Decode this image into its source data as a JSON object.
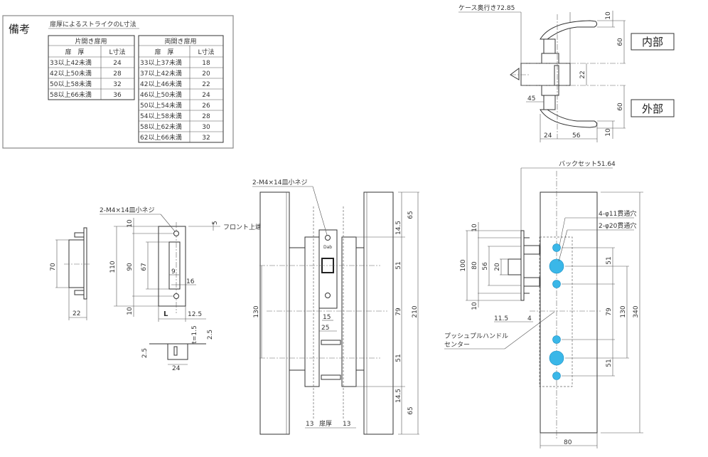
{
  "notes": {
    "heading": "備考",
    "title": "扉厚によるストライクのL寸法",
    "single": {
      "caption": "片開き扉用",
      "col_thickness": "扉　厚",
      "col_l": "L寸法",
      "rows": [
        [
          "33以上42未満",
          "24"
        ],
        [
          "42以上50未満",
          "28"
        ],
        [
          "50以上58未満",
          "32"
        ],
        [
          "58以上66未満",
          "36"
        ]
      ]
    },
    "double": {
      "caption": "両開き扉用",
      "col_thickness": "扉　厚",
      "col_l": "L寸法",
      "rows": [
        [
          "33以上37未満",
          "18"
        ],
        [
          "37以上42未満",
          "20"
        ],
        [
          "42以上46未満",
          "22"
        ],
        [
          "46以上50未満",
          "24"
        ],
        [
          "50以上54未満",
          "26"
        ],
        [
          "54以上58未満",
          "28"
        ],
        [
          "58以上62未満",
          "30"
        ],
        [
          "62以上66未満",
          "32"
        ]
      ]
    }
  },
  "top_view": {
    "case_depth": "ケース奥行き72.85",
    "inside": "内部",
    "outside": "外部",
    "dims": {
      "d10a": "10",
      "d60a": "60",
      "d22": "22",
      "d45": "45",
      "d60b": "60",
      "d10b": "10",
      "d24": "24",
      "d56": "56"
    }
  },
  "strike": {
    "screw": "2-M4×14皿小ネジ",
    "front_top": "フロント上端",
    "dims": {
      "d70": "70",
      "d22": "22",
      "d110": "110",
      "d10a": "10",
      "d90": "90",
      "d67": "67",
      "d9": "9",
      "d16": "16",
      "d10b": "10",
      "L": "L",
      "d12_5": "12.5",
      "d5": "5",
      "t1_5": "t=1.5",
      "d2_5a": "2.5",
      "d2_5b": "2.5",
      "d24": "24"
    }
  },
  "front_view": {
    "screw": "2-M4×14皿小ネジ",
    "brand": "Dab",
    "dims": {
      "d65a": "65",
      "d14_5a": "14.5",
      "d51a": "51",
      "d79": "79",
      "d210": "210",
      "d51b": "51",
      "d14_5b": "14.5",
      "d65b": "65",
      "d130": "130",
      "d15": "15",
      "d25": "25",
      "d13a": "13",
      "door": "扉厚",
      "d13b": "13"
    }
  },
  "side_view": {
    "backset": "バックセット51.64",
    "hole11": "4-φ11貫通穴",
    "hole20": "2-φ20貫通穴",
    "push_pull_1": "プッシュプルハンドル",
    "push_pull_2": "センター",
    "dims": {
      "d10a": "10",
      "d100": "100",
      "d80": "80",
      "d56": "56",
      "d20": "20",
      "d10b": "10",
      "d11_5": "11.5",
      "d4": "4",
      "d51a": "51",
      "d79": "79",
      "d130": "130",
      "d340": "340",
      "d51b": "51",
      "d80w": "80"
    }
  },
  "colors": {
    "hole": "#3ab7e8",
    "line": "#333333"
  }
}
